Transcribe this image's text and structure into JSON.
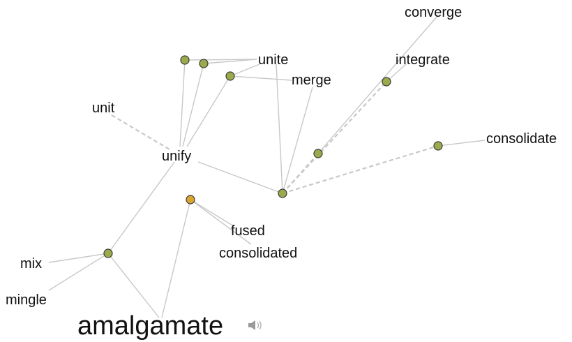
{
  "colors": {
    "synset_node": "#9aab4c",
    "adjective_node": "#d9a531",
    "edge": "#c8c8c8",
    "text": "#111111"
  },
  "main_word": "amalgamate",
  "speaker_icon": "speaker-icon",
  "words": {
    "converge": "converge",
    "integrate": "integrate",
    "unite": "unite",
    "merge": "merge",
    "unit": "unit",
    "unify": "unify",
    "consolidate": "consolidate",
    "fused": "fused",
    "consolidated": "consolidated",
    "mix": "mix",
    "mingle": "mingle"
  }
}
